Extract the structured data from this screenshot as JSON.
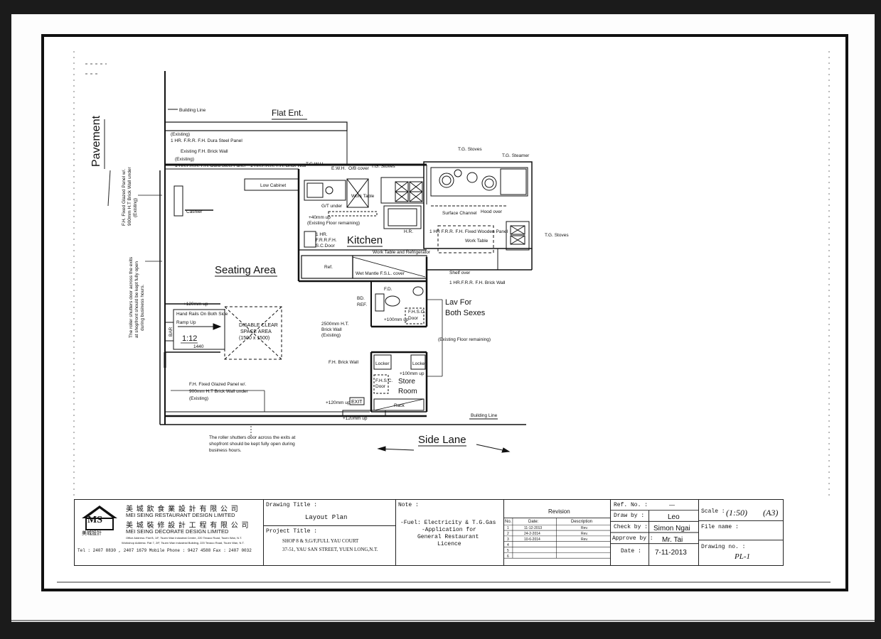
{
  "plan": {
    "pavement": "Pavement",
    "flat_ent": "Flat Ent.",
    "building_line_top": "Building Line",
    "building_line_bottom": "Building Line",
    "side_lane": "Side Lane",
    "seating_area": "Seating Area",
    "kitchen": "Kitchen",
    "lav": [
      "Lav For",
      "Both Sexes"
    ],
    "store_room": [
      "Store",
      "Room"
    ],
    "disable_space": [
      "DISABLE CLEAR",
      "SPACE AREA",
      "(1500 x 1500)"
    ],
    "ramp_slope": "1:12",
    "ramp_label": "Hand Rails On Both Side",
    "ramp_up": "Ramp Up",
    "ramp_dim": "+120mm up",
    "ramp_len": "1440",
    "ts_stoves_top": "T.G. Stoves",
    "ts_steamer": "T.G. Steamer",
    "ts_stoves_left": "T.G. Stoves",
    "ts_stoves_right": "T.G. Stoves",
    "tg_wh": "T.G.W.H.",
    "ewh": "E.W.H.",
    "ofl_cover": "O/B cover",
    "surface_channel": "Surface Channel",
    "work_table": "Work Table",
    "work_table2": "Work Table",
    "work_table_fridge": "Work Table and Refrigerator",
    "ref": "Ref.",
    "bd_ref": [
      "BD.",
      "REF."
    ],
    "fd": "F.D.",
    "fhsc_door": [
      "F.H.S.C.",
      "Door"
    ],
    "fhsc_door2": [
      "F.H.S.C.",
      "Door"
    ],
    "fhsc_door3": [
      "1 HR.",
      "F.R.R.F.H.",
      "S.C.Door"
    ],
    "rack": "Rack",
    "exit": "EXIT",
    "locker": "Locker",
    "locker2": "Locker",
    "notes_left": [
      "(Existing)",
      "1 HR. F.R.R. F.H. Dura Steel Panel",
      "Existing F.H. Brick Wall",
      "(Existing)",
      "1 HR.F.R.R. F.H. Dura Steel Panel",
      "1 HR.F.R.R. F.H. Brick Wall"
    ],
    "low_cabinet": "Low Cabinet",
    "gt_under": "G/T under",
    "ceiling_note": [
      "+40mm up",
      "(Existing Floor remaining)"
    ],
    "fh_brick_wall": "F.H. Brick Wall",
    "fh_fixed_glazed": [
      "F.H. Fixed Glazed Panel w/.",
      "900mm H.T Brick Wall under",
      "(Existing)"
    ],
    "fh_fixed_glazed_left": [
      "F.H. Fixed Glazed Panel w/.",
      "900mm H.T Brick Wall under",
      "(Existing)"
    ],
    "brick_wall_2500": [
      "2500mm H.T.",
      "Brick Wall",
      "(Existing)"
    ],
    "existing_floor": "(Existing Floor remaining)",
    "wet_mantle": "Wet Mantle F.S.L. cover",
    "shelf_over": "Shelf over",
    "hr_brick_wall": "1 HR.F.R.R. F.H. Brick Wall",
    "hr_panel": "1 HR F.R.R. F.H. Fixed Wooden Panel",
    "hood_over": "Hood over",
    "hr_label": "H.R.",
    "dim_100": "+100mm up",
    "dim_120": "+120mm up",
    "dim_100b": "+100mm up",
    "dim_120b": "+120mm up",
    "shutter_note": [
      "The roller shutters door across the exits at",
      "shopfront should be kept fully open during",
      "business hours."
    ],
    "left_vertical_note": [
      "The roller shutters door across the exits",
      "at shopfront should be kept fully open",
      "during business hours."
    ],
    "left_vertical_note2": [
      "F.H. Fixed Glazed Panel w/.",
      "900mm H.T Brick Wall under",
      "(Existing)"
    ],
    "bar": "BAR",
    "cashier": "Cashier"
  },
  "title_block": {
    "company_cn_1": "美 城 飲 食 業 設 計 有 限 公 司",
    "company_en_1": "MEI SEING RESTAURANT DESIGN LIMITED",
    "company_cn_2": "美 城 裝 修 設 計 工 程 有 限 公 司",
    "company_en_2": "MEI SEING DECORATE DESIGN LIMITED",
    "address": "Office Address: Flat B, 1/F, Tsuen Wan Industrial Centre, 220 Texaco Road, Tsuen Wan, N.T.",
    "address2": "Workshop Address: Flat 7, 2/F, Tsuen Wan Industrial Building, 220 Texaco Road, Tsuen Wan, N.T.",
    "contact": "Tel : 2407 8830 , 2407 1679   Mobile Phone : 9427 4588   Fax : 2407 0032",
    "logo_text": "MS",
    "logo_sub": "美城設計",
    "drawing_title_label": "Drawing Title :",
    "drawing_title": "Layout Plan",
    "project_title_label": "Project Title :",
    "project_title_1": "SHOP 8 & 9,G/F,FULL YAU COURT",
    "project_title_2": "37-51, YAU SAN STREET, YUEN LONG,N.T.",
    "note_label": "Note :",
    "note_lines": [
      "-Fuel: Electricity & T.G.Gas",
      "-Application for",
      "General Restaurant",
      "Licence"
    ],
    "revision_label": "Revision",
    "rev_headers": [
      "No.",
      "Date:",
      "Description"
    ],
    "rev_rows": [
      [
        "1",
        "11-12-2013",
        "Rev."
      ],
      [
        "2",
        "24-2-2014",
        "Rev."
      ],
      [
        "3",
        "10-6-2014",
        "Rev."
      ],
      [
        "4",
        "",
        ""
      ],
      [
        "5",
        "",
        ""
      ],
      [
        "6",
        "",
        ""
      ]
    ],
    "ref_no_label": "Ref. No. :",
    "ref_no": "—",
    "draw_by_label": "Draw by :",
    "draw_by": "Leo",
    "check_by_label": "Check by :",
    "check_by": "Simon Ngai",
    "approve_by_label": "Approve by :",
    "approve_by": "Mr. Tai",
    "date_label": "Date :",
    "date": "7-11-2013",
    "scale_label": "Scale :",
    "scale": "(1:50)",
    "scale_size": "(A3)",
    "file_name_label": "File name :",
    "drawing_no_label": "Drawing no. :",
    "drawing_no": "PL-1"
  }
}
